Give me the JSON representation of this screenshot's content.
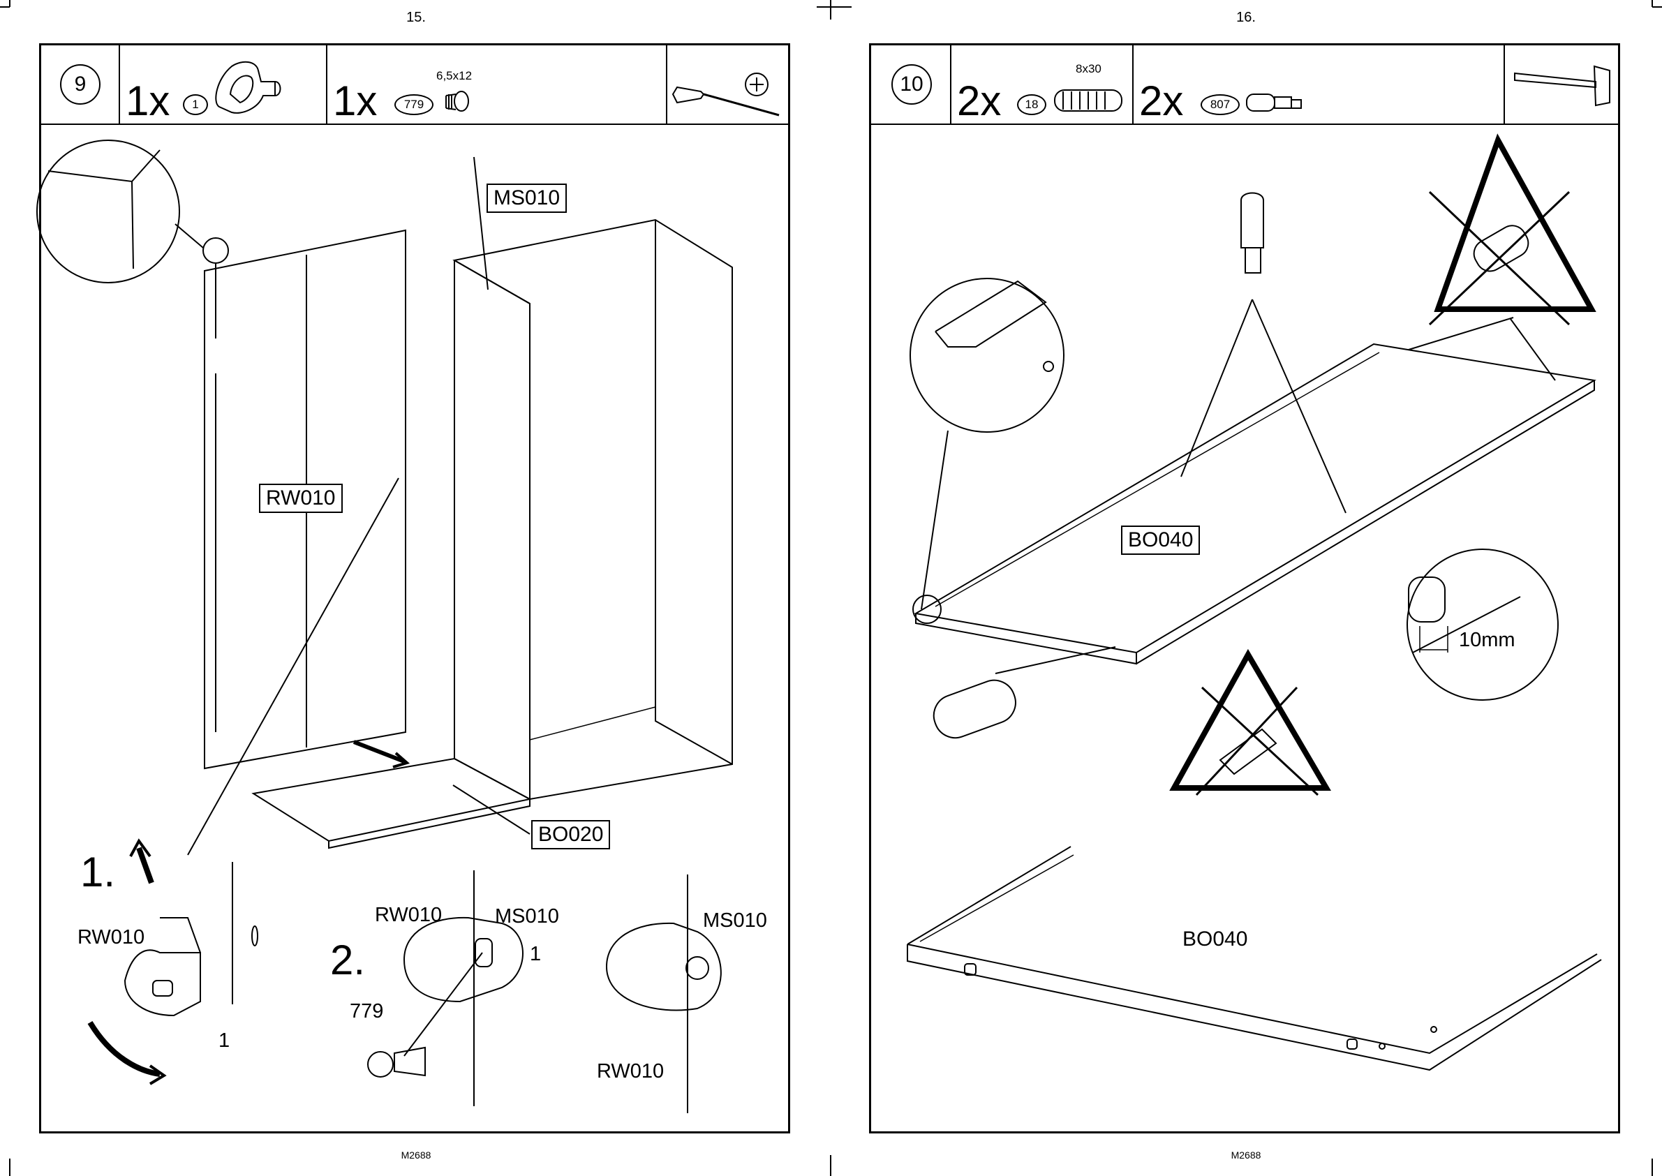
{
  "left_page": {
    "page_number": "15.",
    "footer_code": "M2688",
    "step": "9",
    "parts": [
      {
        "qty": "1x",
        "part_id": "1",
        "dimension": ""
      },
      {
        "qty": "1x",
        "part_id": "779",
        "dimension": "6,5x12"
      }
    ],
    "tool_icon": "screwdriver-phillips-icon",
    "labels": {
      "ms010_top": "MS010",
      "rw010_door": "RW010",
      "bo020": "BO020",
      "step_1": "1.",
      "rw010_detail1": "RW010",
      "one_detail1": "1",
      "step_2": "2.",
      "rw010_detail2": "RW010",
      "ms010_detail2": "MS010",
      "one_detail2": "1",
      "n779": "779",
      "ms010_detail3": "MS010",
      "rw010_detail3": "RW010"
    }
  },
  "right_page": {
    "page_number": "16.",
    "footer_code": "M2688",
    "step": "10",
    "parts": [
      {
        "qty": "2x",
        "part_id": "18",
        "dimension": "8x30"
      },
      {
        "qty": "2x",
        "part_id": "807",
        "dimension": ""
      }
    ],
    "tool_icon": "hammer-icon",
    "labels": {
      "bo040_top": "BO040",
      "bo040_bottom": "BO040",
      "ten_mm": "10mm"
    }
  }
}
